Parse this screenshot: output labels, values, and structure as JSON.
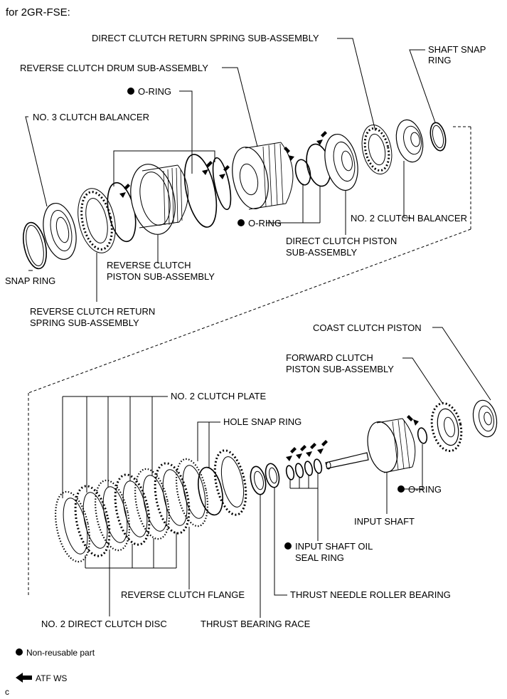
{
  "header": {
    "title": "for 2GR-FSE:"
  },
  "labels": {
    "direct_clutch_return_spring": "DIRECT CLUTCH RETURN SPRING SUB-ASSEMBLY",
    "shaft_snap_ring_1": "SHAFT SNAP",
    "shaft_snap_ring_2": "RING",
    "reverse_clutch_drum": "REVERSE CLUTCH DRUM SUB-ASSEMBLY",
    "o_ring_top": "O-RING",
    "no3_clutch_balancer": "NO. 3 CLUTCH BALANCER",
    "o_ring_mid": "O-RING",
    "no2_clutch_balancer": "NO. 2 CLUTCH BALANCER",
    "direct_clutch_piston_1": "DIRECT CLUTCH PISTON",
    "direct_clutch_piston_2": "SUB-ASSEMBLY",
    "reverse_clutch_piston_1": "REVERSE CLUTCH",
    "reverse_clutch_piston_2": "PISTON SUB-ASSEMBLY",
    "snap_ring": "SNAP RING",
    "reverse_clutch_return_spring_1": "REVERSE CLUTCH RETURN",
    "reverse_clutch_return_spring_2": "SPRING SUB-ASSEMBLY",
    "coast_clutch_piston": "COAST CLUTCH PISTON",
    "forward_clutch_piston_1": "FORWARD CLUTCH",
    "forward_clutch_piston_2": "PISTON SUB-ASSEMBLY",
    "no2_clutch_plate": "NO. 2 CLUTCH PLATE",
    "hole_snap_ring": "HOLE SNAP RING",
    "o_ring_lower": "O-RING",
    "input_shaft": "INPUT SHAFT",
    "input_shaft_oil_seal_1": "INPUT SHAFT OIL",
    "input_shaft_oil_seal_2": "SEAL RING",
    "reverse_clutch_flange": "REVERSE CLUTCH FLANGE",
    "thrust_needle_roller_bearing": "THRUST NEEDLE ROLLER BEARING",
    "no2_direct_clutch_disc": "NO. 2 DIRECT CLUTCH DISC",
    "thrust_bearing_race": "THRUST BEARING RACE"
  },
  "legend": {
    "non_reusable": "Non-reusable part",
    "atf": "ATF WS"
  },
  "footer": {
    "code": "c"
  }
}
